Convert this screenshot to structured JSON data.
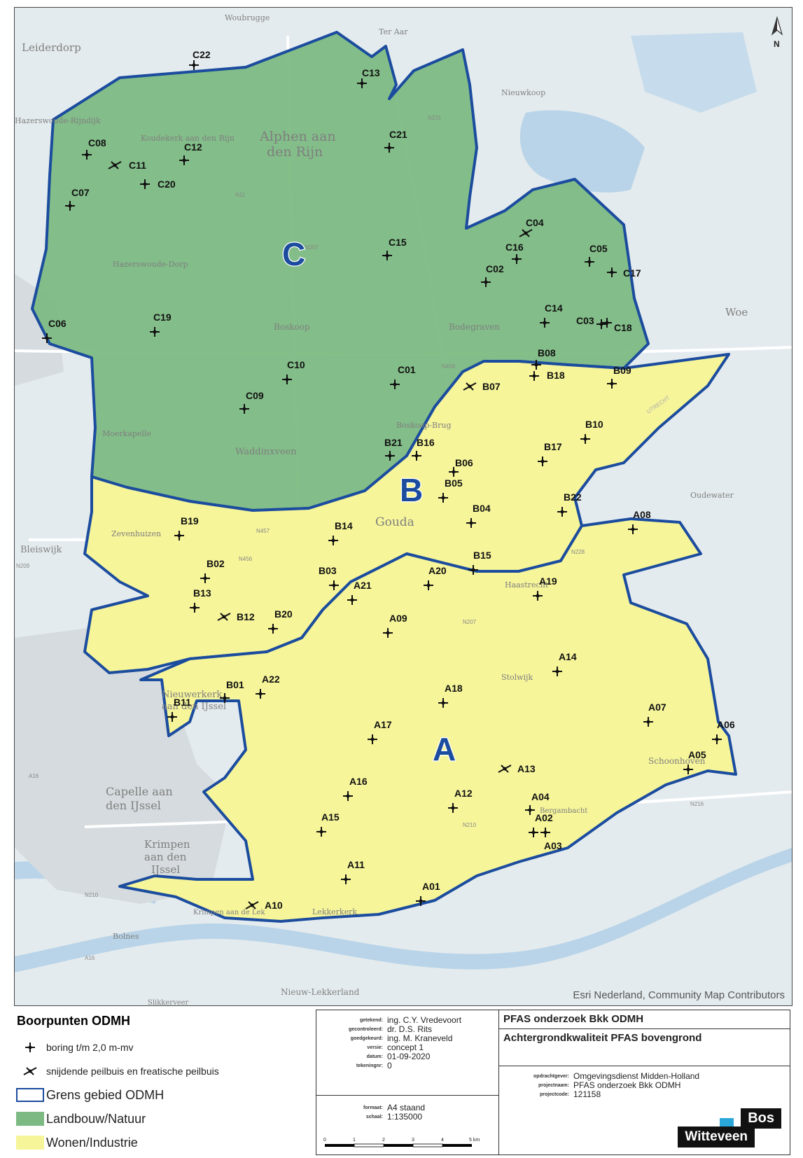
{
  "map": {
    "attribution": "Esri Nederland, Community Map Contributors",
    "north_label": "N",
    "colors": {
      "zone_c": "#7dba83",
      "zone_ab": "#f6f59a",
      "boundary": "#1b4c9e",
      "water": "#b9d4e8",
      "road": "#ffffff",
      "land": "#e4ebee"
    },
    "zones": [
      "C",
      "B",
      "A"
    ],
    "places": [
      "Woubrugge",
      "Ter Aar",
      "Leiderdorp",
      "Hazerswoude-Rijndijk",
      "Koudekerk aan den Rijn",
      "Alphen aan",
      "den Rijn",
      "Nieuwkoop",
      "Hazerswoude-Dorp",
      "Boskoop",
      "Bodegraven",
      "Woe",
      "Moerkapelle",
      "Waddinxveen",
      "Boskoop-Brug",
      "Gouda",
      "Zevenhuizen",
      "Bleiswijk",
      "Oudewater",
      "Haastrecht",
      "Stolwijk",
      "Nieuwerkerk",
      "aan den IJssel",
      "Capelle aan",
      "den IJssel",
      "Krimpen",
      "aan den",
      "IJssel",
      "Schoonhoven",
      "Bergambacht",
      "Lekkerkerk",
      "Krimpen aan de Lek",
      "Bolnes",
      "Nieuw-Lekkerland",
      "Slikkerveer"
    ],
    "road_labels": [
      "N231",
      "N11",
      "N207",
      "N458",
      "N457",
      "N456",
      "N207",
      "N228",
      "N210",
      "N216",
      "A16",
      "A16",
      "N210",
      "N209",
      "UTRECHT"
    ],
    "points_boring": [
      "C22",
      "C13",
      "C21",
      "C08",
      "C12",
      "C20",
      "C07",
      "C15",
      "C16",
      "C05",
      "C02",
      "C17",
      "C14",
      "C03",
      "C18",
      "C06",
      "C19",
      "C10",
      "C01",
      "C09",
      "B08",
      "B18",
      "B09",
      "B10",
      "B21",
      "B16",
      "B17",
      "B06",
      "B05",
      "B04",
      "B22",
      "B19",
      "B14",
      "A08",
      "B15",
      "B02",
      "B03",
      "A21",
      "A20",
      "A19",
      "B13",
      "B20",
      "A09",
      "A14",
      "B01",
      "A22",
      "A18",
      "B11",
      "A07",
      "A17",
      "A06",
      "A05",
      "A16",
      "A12",
      "A04",
      "A02",
      "A03",
      "A15",
      "A11",
      "A01"
    ],
    "points_peilbuis": [
      "C11",
      "C04",
      "B07",
      "B12",
      "A13",
      "A10"
    ]
  },
  "legend": {
    "title": "Boorpunten ODMH",
    "items": [
      {
        "label": "boring t/m 2,0 m-mv",
        "icon": "boring-icon"
      },
      {
        "label": "snijdende peilbuis en freatische peilbuis",
        "icon": "peilbuis-icon"
      },
      {
        "label": "Grens gebied ODMH",
        "icon": "boundary-swatch"
      },
      {
        "label": "Landbouw/Natuur",
        "icon": "green-swatch"
      },
      {
        "label": "Wonen/Industrie",
        "icon": "yellow-swatch"
      }
    ]
  },
  "titleblock": {
    "meta": [
      {
        "k": "getekend:",
        "v": "ing. C.Y. Vredevoort"
      },
      {
        "k": "gecontroleerd:",
        "v": "dr. D.S. Rits"
      },
      {
        "k": "goedgekeurd:",
        "v": "ing. M. Kraneveld"
      },
      {
        "k": "versie:",
        "v": "concept 1"
      },
      {
        "k": "datum:",
        "v": "01-09-2020"
      },
      {
        "k": "tekeningnr:",
        "v": "0"
      }
    ],
    "scale_meta": [
      {
        "k": "formaat:",
        "v": "A4 staand"
      },
      {
        "k": "schaal:",
        "v": "1:135000"
      }
    ],
    "scalebar_ticks": [
      "0",
      "1",
      "2",
      "3",
      "4",
      "5 km"
    ],
    "project_title_1": "PFAS onderzoek Bkk ODMH",
    "project_title_2": "Achtergrondkwaliteit PFAS bovengrond",
    "client": [
      {
        "k": "opdrachtgever:",
        "v": "Omgevingsdienst Midden-Holland"
      },
      {
        "k": "projectnaam:",
        "v": "PFAS onderzoek Bkk ODMH"
      },
      {
        "k": "projectcode:",
        "v": "121158"
      }
    ],
    "logo_top": "Bos",
    "logo_bottom": "Witteveen"
  }
}
